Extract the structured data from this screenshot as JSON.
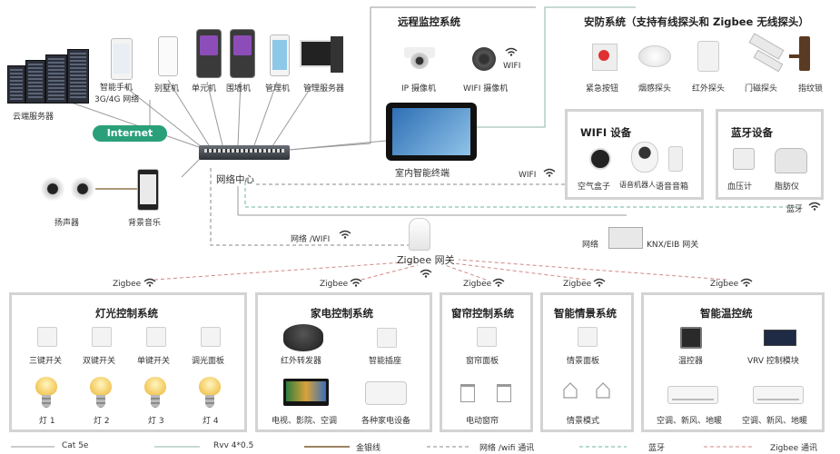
{
  "network_center": "网络中心",
  "internet": "Internet",
  "cloud_server": "云端服务器",
  "smart_phone": "智能手机",
  "phone_network": "3G/4G 网络",
  "villa_unit": "别墅机",
  "unit_unit": "单元机",
  "wall_unit": "围墙机",
  "mgmt_unit": "管理机",
  "mgmt_server": "管理服务器",
  "speaker": "扬声器",
  "bg_music": "背景音乐",
  "indoor_terminal": "室内智能终端",
  "remote": {
    "title": "远程监控系统",
    "ip_camera": "IP 摄像机",
    "wifi_camera": "WIFI 摄像机",
    "wifi": "WIFI"
  },
  "security": {
    "title": "安防系统（支持有线探头和 Zigbee 无线探头）",
    "items": [
      "紧急按钮",
      "烟感探头",
      "红外探头",
      "门磁探头",
      "指纹锁"
    ]
  },
  "wifi_dev": {
    "title": "WIFI 设备",
    "items": [
      "空气盒子",
      "语音机器人",
      "语音音箱"
    ]
  },
  "bt_dev": {
    "title": "蓝牙设备",
    "items": [
      "血压计",
      "脂肪仪"
    ]
  },
  "link_labels": {
    "wifi": "WIFI",
    "bluetooth": "蓝牙",
    "net_wifi": "网络 /WIFI",
    "network": "网络",
    "knx": "KNX/EIB 网关",
    "zigbee_gateway": "Zigbee 网关",
    "zigbee": "Zigbee"
  },
  "lighting": {
    "title": "灯光控制系统",
    "switches": [
      "三键开关",
      "双键开关",
      "单键开关",
      "调光面板"
    ],
    "lights": [
      "灯 1",
      "灯 2",
      "灯 3",
      "灯 4"
    ]
  },
  "appliance": {
    "title": "家电控制系统",
    "ir": "红外转发器",
    "socket": "智能插座",
    "tv": "电视、影院、空调",
    "all": "各种家电设备"
  },
  "curtain": {
    "title": "窗帘控制系统",
    "panel": "窗帘面板",
    "motor": "电动窗帘"
  },
  "scene": {
    "title": "智能情景系统",
    "panel": "情景面板",
    "mode": "情景模式"
  },
  "temp": {
    "title": "智能温控统",
    "thermostat": "温控器",
    "vrv": "VRV 控制模块",
    "ac1": "空调、新风、地暖",
    "ac2": "空调、新风、地暖"
  },
  "legend": [
    "Cat 5e",
    "Rvv 4*0.5",
    "金银线",
    "网络 /wifi 通讯",
    "蓝牙",
    "Zigbee 通讯"
  ],
  "colors": {
    "cat5e": "#9a9a9a",
    "rvv": "#8fb3a8",
    "gold": "#7b5a2e",
    "wifi": "#8a8a8a",
    "bt": "#6fb3a6",
    "zigbee": "#d08a86"
  }
}
